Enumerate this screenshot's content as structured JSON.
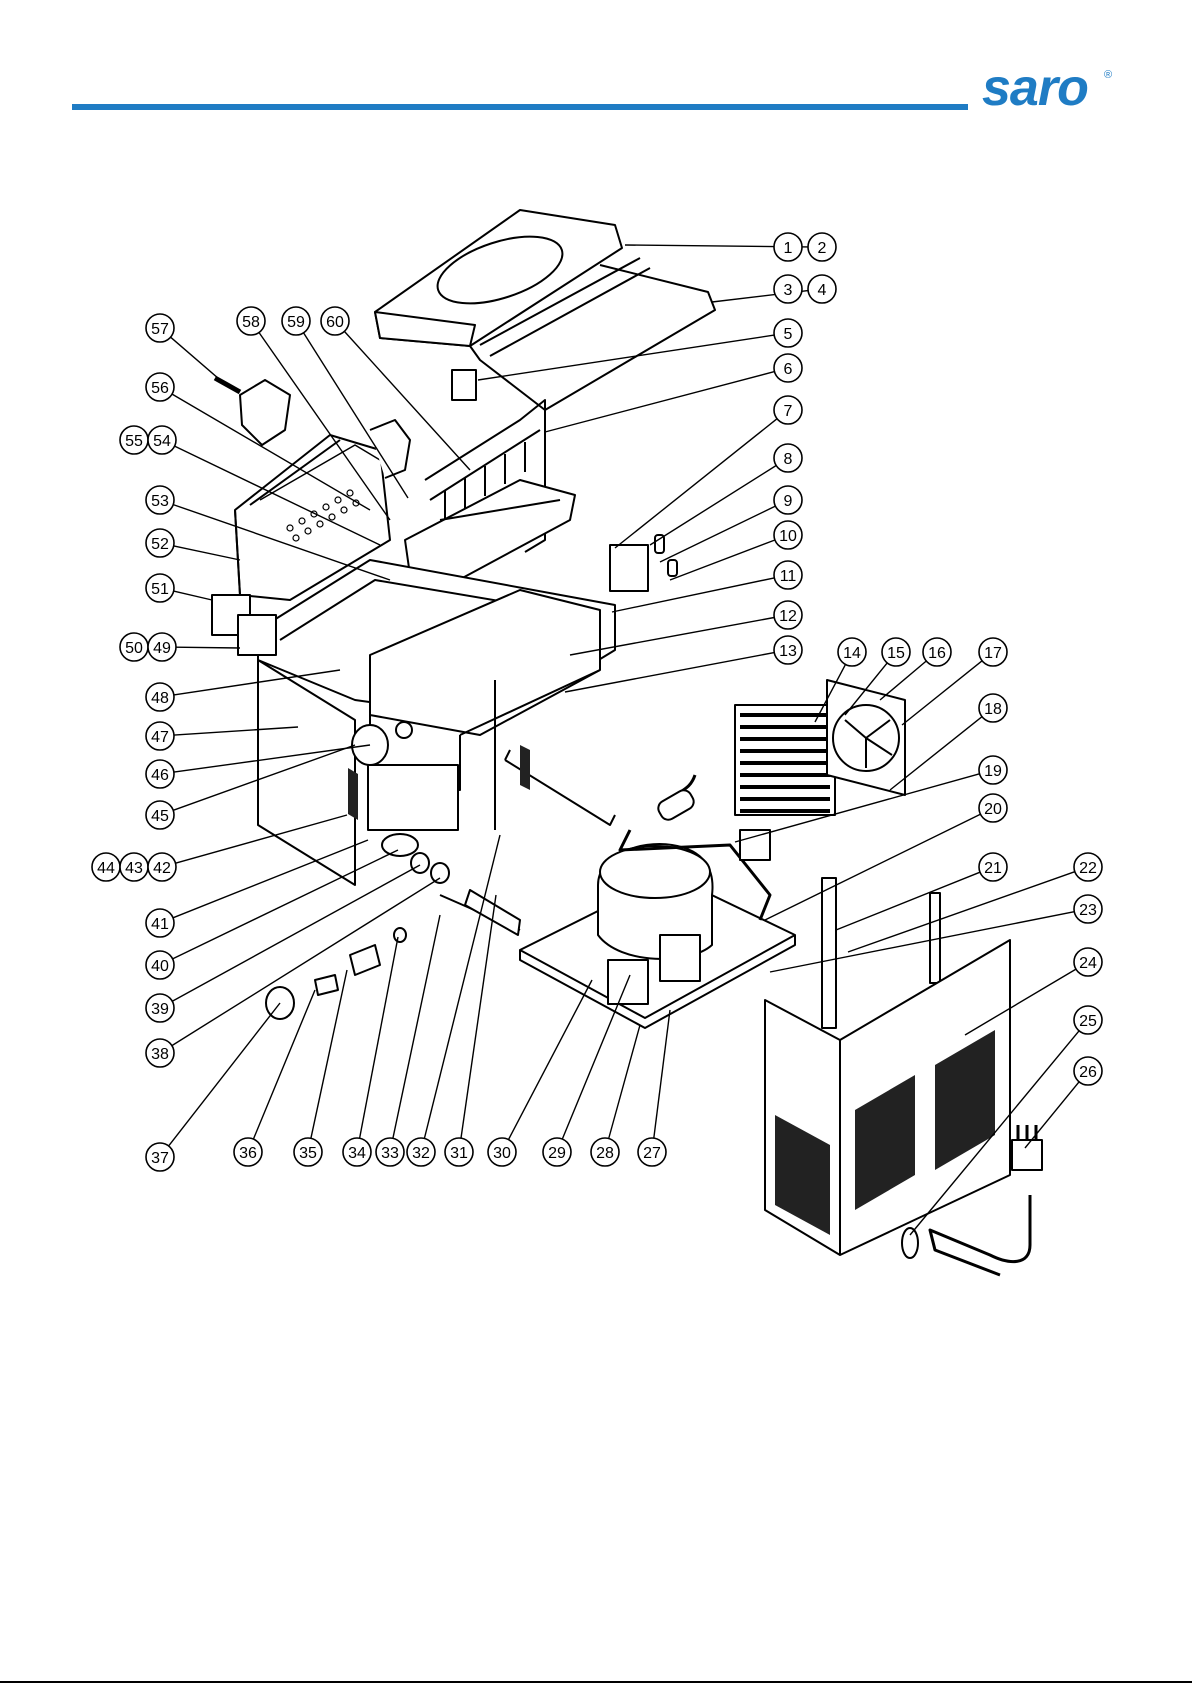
{
  "brand": {
    "name": "saro",
    "registered_mark": "®",
    "accent_color": "#1f7cc4"
  },
  "diagram": {
    "kind": "exploded parts diagram",
    "line_color": "#000000",
    "callouts": [
      {
        "id": "c1",
        "labels": [
          "1",
          "2"
        ]
      },
      {
        "id": "c3",
        "labels": [
          "3",
          "4"
        ]
      },
      {
        "id": "c5",
        "labels": [
          "5"
        ]
      },
      {
        "id": "c6",
        "labels": [
          "6"
        ]
      },
      {
        "id": "c7",
        "labels": [
          "7"
        ]
      },
      {
        "id": "c8",
        "labels": [
          "8"
        ]
      },
      {
        "id": "c9",
        "labels": [
          "9"
        ]
      },
      {
        "id": "c10",
        "labels": [
          "10"
        ]
      },
      {
        "id": "c11",
        "labels": [
          "11"
        ]
      },
      {
        "id": "c12",
        "labels": [
          "12"
        ]
      },
      {
        "id": "c13",
        "labels": [
          "13"
        ]
      },
      {
        "id": "c14",
        "labels": [
          "14"
        ]
      },
      {
        "id": "c15",
        "labels": [
          "15"
        ]
      },
      {
        "id": "c16",
        "labels": [
          "16"
        ]
      },
      {
        "id": "c17",
        "labels": [
          "17"
        ]
      },
      {
        "id": "c18",
        "labels": [
          "18"
        ]
      },
      {
        "id": "c19",
        "labels": [
          "19"
        ]
      },
      {
        "id": "c20",
        "labels": [
          "20"
        ]
      },
      {
        "id": "c21",
        "labels": [
          "21"
        ]
      },
      {
        "id": "c22",
        "labels": [
          "22"
        ]
      },
      {
        "id": "c23",
        "labels": [
          "23"
        ]
      },
      {
        "id": "c24",
        "labels": [
          "24"
        ]
      },
      {
        "id": "c25",
        "labels": [
          "25"
        ]
      },
      {
        "id": "c26",
        "labels": [
          "26"
        ]
      },
      {
        "id": "c27",
        "labels": [
          "27"
        ]
      },
      {
        "id": "c28",
        "labels": [
          "28"
        ]
      },
      {
        "id": "c29",
        "labels": [
          "29"
        ]
      },
      {
        "id": "c30",
        "labels": [
          "30"
        ]
      },
      {
        "id": "c31",
        "labels": [
          "31"
        ]
      },
      {
        "id": "c32",
        "labels": [
          "32"
        ]
      },
      {
        "id": "c33",
        "labels": [
          "33"
        ]
      },
      {
        "id": "c34",
        "labels": [
          "34"
        ]
      },
      {
        "id": "c35",
        "labels": [
          "35"
        ]
      },
      {
        "id": "c36",
        "labels": [
          "36"
        ]
      },
      {
        "id": "c37",
        "labels": [
          "37"
        ]
      },
      {
        "id": "c38",
        "labels": [
          "38"
        ]
      },
      {
        "id": "c39",
        "labels": [
          "39"
        ]
      },
      {
        "id": "c40",
        "labels": [
          "40"
        ]
      },
      {
        "id": "c41",
        "labels": [
          "41"
        ]
      },
      {
        "id": "c42",
        "labels": [
          "44",
          "43",
          "42"
        ]
      },
      {
        "id": "c45",
        "labels": [
          "45"
        ]
      },
      {
        "id": "c46",
        "labels": [
          "46"
        ]
      },
      {
        "id": "c47",
        "labels": [
          "47"
        ]
      },
      {
        "id": "c48",
        "labels": [
          "48"
        ]
      },
      {
        "id": "c49",
        "labels": [
          "50",
          "49"
        ]
      },
      {
        "id": "c51",
        "labels": [
          "51"
        ]
      },
      {
        "id": "c52",
        "labels": [
          "52"
        ]
      },
      {
        "id": "c53",
        "labels": [
          "53"
        ]
      },
      {
        "id": "c54",
        "labels": [
          "55",
          "54"
        ]
      },
      {
        "id": "c56",
        "labels": [
          "56"
        ]
      },
      {
        "id": "c57",
        "labels": [
          "57"
        ]
      },
      {
        "id": "c58",
        "labels": [
          "58"
        ]
      },
      {
        "id": "c59",
        "labels": [
          "59"
        ]
      },
      {
        "id": "c60",
        "labels": [
          "60"
        ]
      }
    ]
  }
}
